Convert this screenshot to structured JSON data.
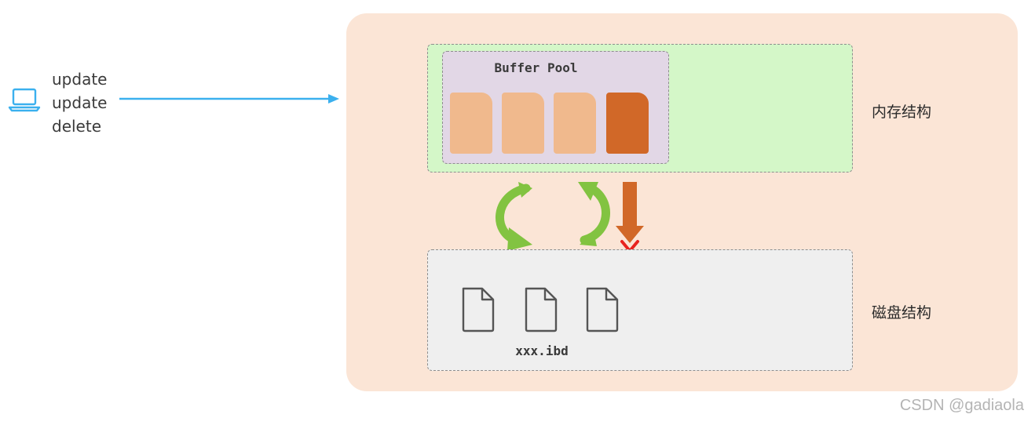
{
  "client": {
    "icon": "laptop-icon",
    "operations": [
      "update",
      "update",
      "delete"
    ],
    "arrow_color": "#3bb0ee"
  },
  "memory": {
    "label": "内存结构",
    "buffer_pool": {
      "title": "Buffer Pool",
      "pages": [
        {
          "state": "clean",
          "color": "#f0b98d"
        },
        {
          "state": "clean",
          "color": "#f0b98d"
        },
        {
          "state": "clean",
          "color": "#f0b98d"
        },
        {
          "state": "dirty",
          "color": "#d16828"
        }
      ]
    }
  },
  "disk": {
    "label": "磁盘结构",
    "file_icon": "document-icon",
    "file_count": 3,
    "file_label": "xxx.ibd"
  },
  "flows": {
    "sync_arrow_color": "#82c341",
    "write_arrow_color": "#d16828",
    "blocked_mark_color": "#e8231e"
  },
  "watermark": "CSDN @gadiaola"
}
